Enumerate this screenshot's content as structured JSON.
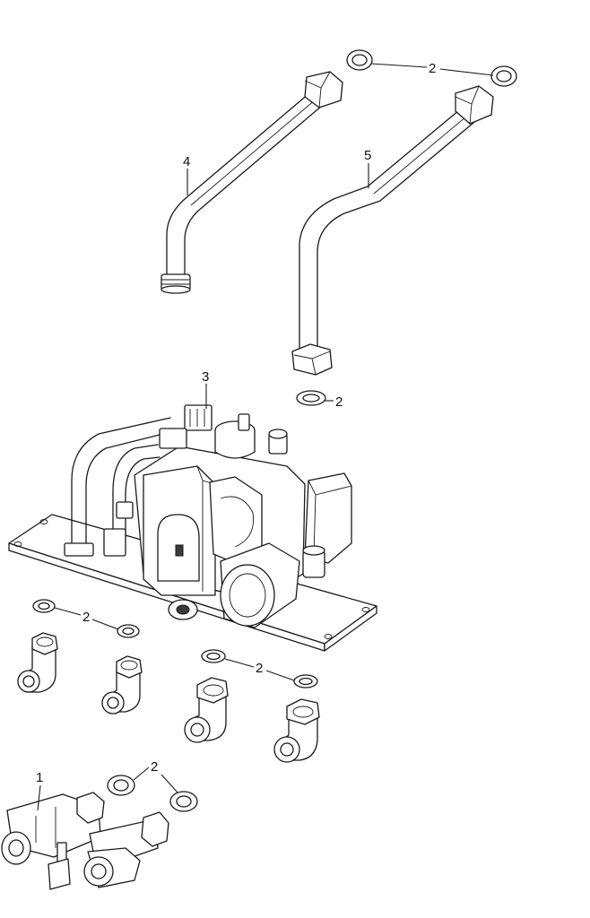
{
  "callouts": [
    {
      "id": "c1",
      "label": "1"
    },
    {
      "id": "c2a",
      "label": "2"
    },
    {
      "id": "c2b",
      "label": "2"
    },
    {
      "id": "c2c",
      "label": "2"
    },
    {
      "id": "c2d",
      "label": "2"
    },
    {
      "id": "c2e",
      "label": "2"
    },
    {
      "id": "c3",
      "label": "3"
    },
    {
      "id": "c4",
      "label": "4"
    },
    {
      "id": "c5",
      "label": "5"
    }
  ]
}
